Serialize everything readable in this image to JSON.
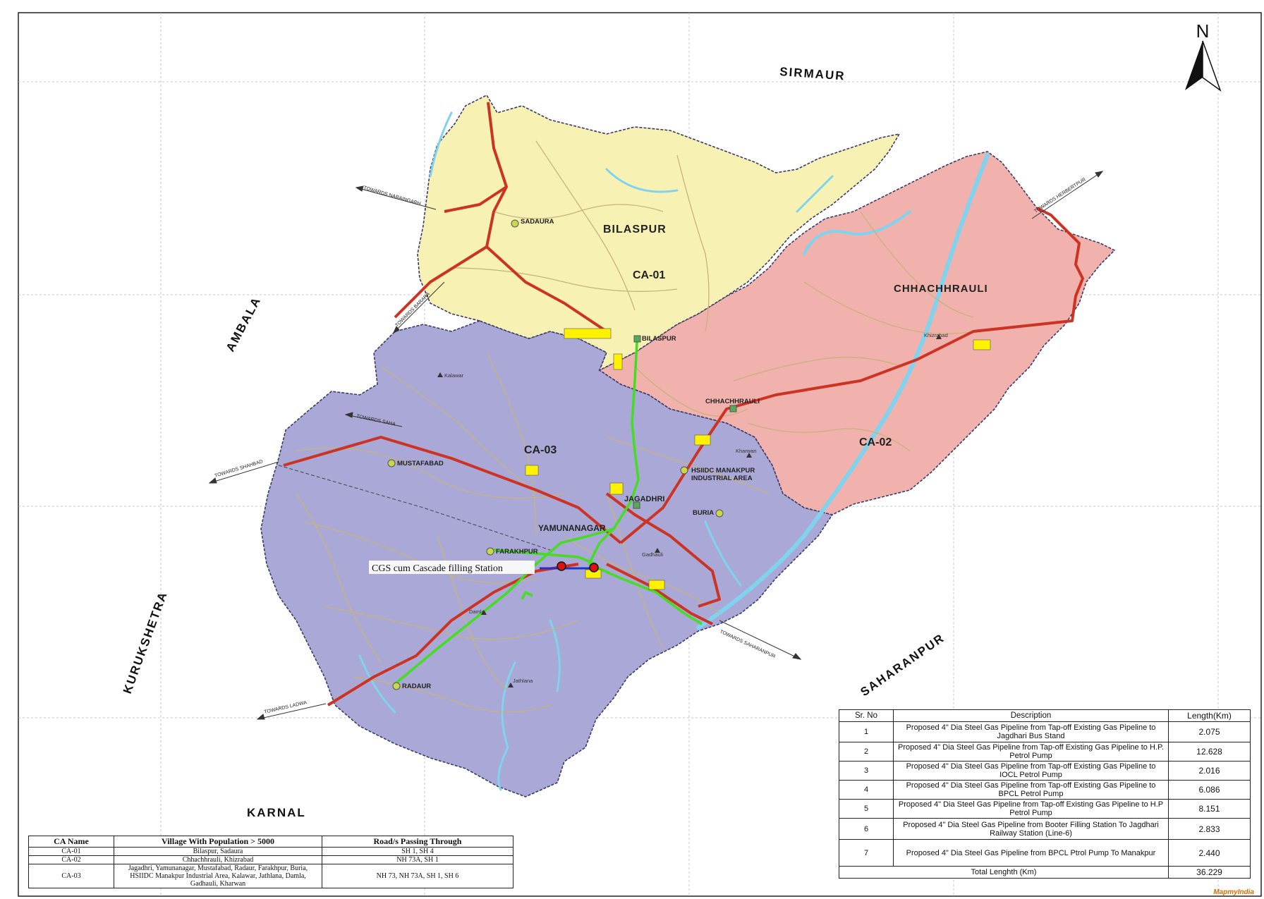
{
  "neighbors": {
    "north": "SIRMAUR",
    "west": "AMBALA",
    "southwest": "KURUKSHETRA",
    "south": "KARNAL",
    "southeast": "SAHARANPUR"
  },
  "compass": {
    "label": "N"
  },
  "regions": {
    "bilaspur": {
      "name": "BILASPUR",
      "code": "CA-01",
      "color": "#f7f2b4"
    },
    "chhachhrauli": {
      "name": "CHHACHHRAULI",
      "code": "CA-02",
      "color": "#f1b2ad"
    },
    "ca03": {
      "code": "CA-03",
      "color": "#a9a8d6"
    }
  },
  "towns": {
    "sadaura": "SADAURA",
    "bilaspur": "BILASPUR",
    "chhachhrauli": "CHHACHHRAULI",
    "jagadhri": "JAGADHRI",
    "yamunanagar": "YAMUNANAGAR",
    "mustafabad": "MUSTAFABAD",
    "farakhpur": "FARAKHPUR",
    "radaur": "RADAUR",
    "buria": "BURIA",
    "hsiidc1": "HSIIDC MANAKPUR",
    "hsiidc2": "INDUSTRIAL AREA",
    "gadhauli": "Gadhauli",
    "kharwan": "Kharwan",
    "khizrabad": "Khizrabad",
    "kalawar": "Kalawar",
    "damla": "Damla",
    "jathlana": "Jathlana"
  },
  "directions": {
    "naraingarh": "TOWARDS NARAINGARH",
    "barara": "TOWARDS BARARA",
    "saha": "TOWARDS SAHA",
    "shahbad": "TOWARDS SHAHBAD",
    "ladwa": "TOWARDS LADWA",
    "saharanpur": "TOWARDS SAHARANPUR",
    "herbertpur": "TOWARDS HERBERTPUR"
  },
  "cgs_label": "CGS cum Cascade filling Station",
  "colors": {
    "highway": "#cc3322",
    "pipeline": "#44dd22",
    "road": "#c7b37a",
    "river": "#7fd3ee"
  },
  "pipeline_table": {
    "headers": [
      "Sr. No",
      "Description",
      "Length(Km)"
    ],
    "rows": [
      {
        "sr": "1",
        "desc": "Proposed 4\" Dia Steel Gas Pipeline from Tap-off Existing Gas Pipeline to Jagdhari Bus Stand",
        "len": "2.075"
      },
      {
        "sr": "2",
        "desc": "Proposed 4\" Dia Steel Gas Pipeline from Tap-off Existing Gas Pipeline to H.P. Petrol Pump",
        "len": "12.628"
      },
      {
        "sr": "3",
        "desc": "Proposed 4\" Dia Steel Gas Pipeline from Tap-off Existing Gas Pipeline to IOCL Petrol Pump",
        "len": "2.016"
      },
      {
        "sr": "4",
        "desc": "Proposed 4\" Dia Steel Gas Pipeline from Tap-off Existing Gas Pipeline to BPCL Petrol Pump",
        "len": "6.086"
      },
      {
        "sr": "5",
        "desc": "Proposed 4\" Dia Steel Gas Pipeline from Tap-off Existing Gas Pipeline to H.P Petrol Pump",
        "len": "8.151"
      },
      {
        "sr": "6",
        "desc": "Proposed 4\" Dia Steel Gas Pipeline from Booter Filling Station To Jagdhari Railway Station (Line-6)",
        "len": "2.833"
      },
      {
        "sr": "7",
        "desc": "Proposed 4\" Dia Steel Gas Pipeline from BPCL Ptrol Pump To Manakpur",
        "len": "2.440"
      }
    ],
    "total_label": "Total Lenghth (Km)",
    "total_value": "36.229"
  },
  "ca_table": {
    "headers": [
      "CA Name",
      "Village With Population > 5000",
      "Road/s Passing Through"
    ],
    "rows": [
      {
        "ca": "CA-01",
        "villages": "Bilaspur, Sadaura",
        "roads": "SH 1, SH 4"
      },
      {
        "ca": "CA-02",
        "villages": "Chhachhrauli, Khizrabad",
        "roads": "NH 73A, SH 1"
      },
      {
        "ca": "CA-03",
        "villages": "Jagadhri, Yamunanagar, Mustafabad, Radaur, Farakhpur, Buria, HSIIDC Manakpur Industrial Area, Kalawar, Jathlana, Damla, Gadhauli, Kharwan",
        "roads": "NH 73, NH 73A, SH 1, SH 6"
      }
    ]
  },
  "watermark": "MapmyIndia"
}
